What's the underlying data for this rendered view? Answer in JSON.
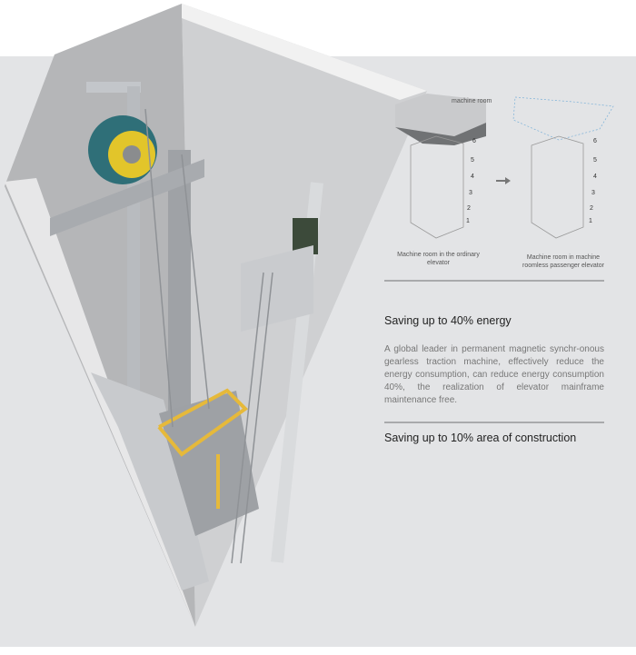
{
  "diagram": {
    "machine_room_label": "machine room",
    "floors": [
      "6",
      "5",
      "4",
      "3",
      "2",
      "1"
    ],
    "caption_left": "Machine room in the ordinary elevator",
    "caption_right_line1": "Machine room in machine",
    "caption_right_line2": "roomless passenger elevator"
  },
  "features": [
    {
      "title": "Saving up to 40% energy",
      "description": "A global leader in permanent magnetic synchr-onous gearless traction machine, effectively reduce the energy consumption, can reduce energy consumption 40%, the realization of elevator mainframe maintenance free."
    },
    {
      "title": "Saving up to 10% area of construction"
    }
  ],
  "colors": {
    "panel": "#e3e4e6",
    "rail": "#b9bcc0",
    "machine_yellow": "#e2c52a",
    "machine_teal": "#2f6f78",
    "guard_yellow": "#e6b93a"
  }
}
